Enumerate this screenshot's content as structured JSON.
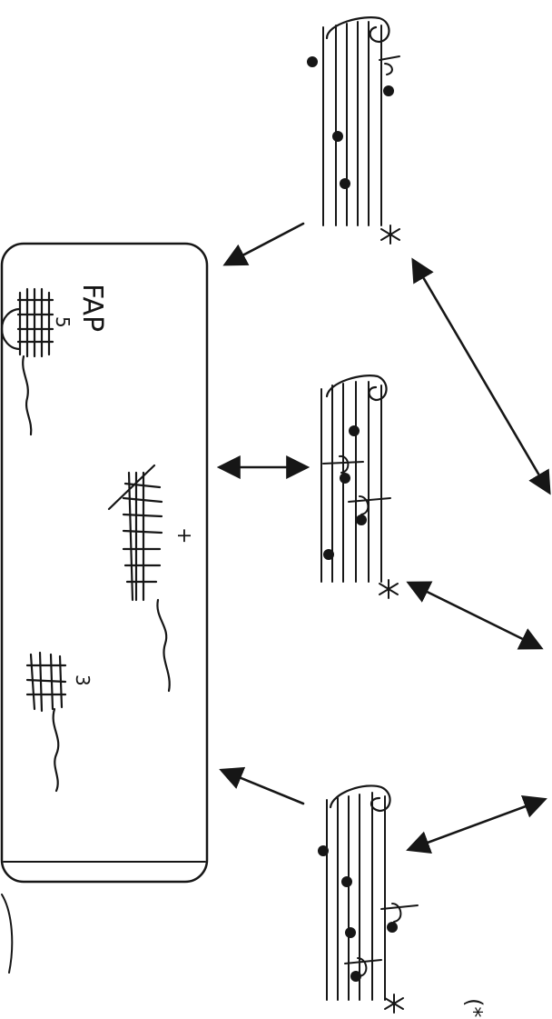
{
  "annotations": {
    "box_label": "FAP",
    "fingering_5": "5",
    "fingering_3": "3",
    "note_mark": "+",
    "footnote_mark": "(*"
  },
  "colors": {
    "ink": "#161616",
    "paper": "#ffffff"
  },
  "icons": [
    "treble-clef-icon",
    "sharp-icon",
    "flat-icon",
    "arrow-icon"
  ]
}
